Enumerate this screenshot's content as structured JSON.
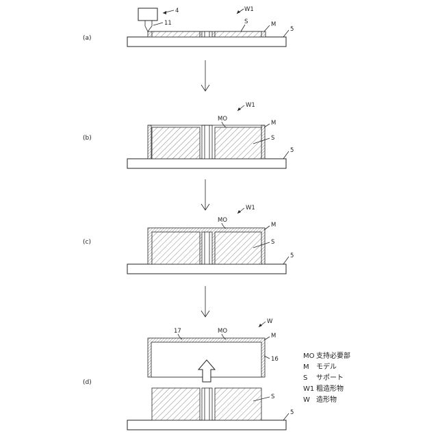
{
  "panels": {
    "a": {
      "label": "(a)",
      "callouts": {
        "head": "4",
        "nozzle": "11",
        "workpiece": "W1",
        "support": "S",
        "model": "M",
        "stage": "5"
      }
    },
    "b": {
      "label": "(b)",
      "callouts": {
        "model_top": "MO",
        "workpiece": "W1",
        "model": "M",
        "support": "S",
        "stage": "5"
      }
    },
    "c": {
      "label": "(c)",
      "callouts": {
        "workpiece": "W1",
        "model_top": "MO",
        "model": "M",
        "support": "S",
        "stage": "5"
      }
    },
    "d": {
      "label": "(d)",
      "callouts": {
        "workpiece": "W",
        "ref17": "17",
        "model_top": "MO",
        "model": "M",
        "ref16": "16",
        "support": "S",
        "stage": "5"
      }
    }
  },
  "legend": [
    {
      "key": "MO",
      "text": "支持必要部"
    },
    {
      "key": "M",
      "text": "モデル"
    },
    {
      "key": "S",
      "text": "サポート"
    },
    {
      "key": "W1",
      "text": "粗造形物"
    },
    {
      "key": "W",
      "text": "造形物"
    }
  ]
}
